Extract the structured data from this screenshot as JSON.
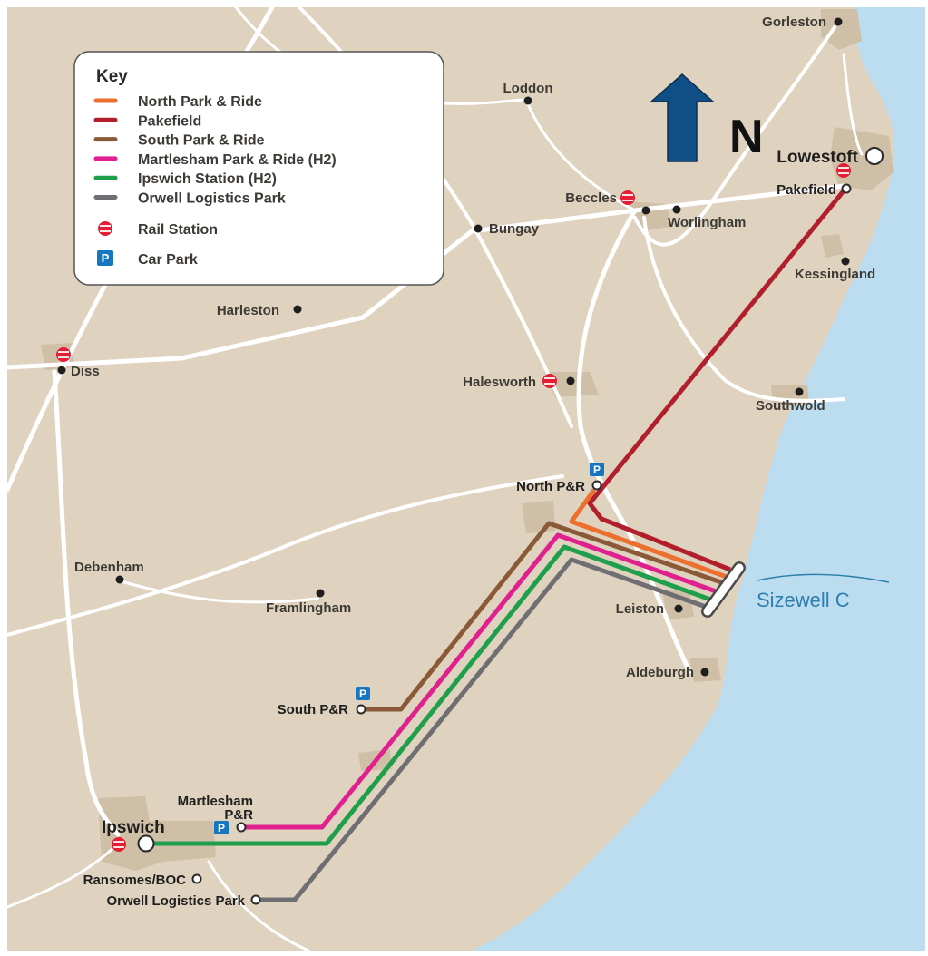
{
  "colors": {
    "land": "#dfd2bf",
    "sea": "#bcdcf0",
    "road": "#ffffff",
    "town_area": "#cfbfa6",
    "route_north": "#ec6f2d",
    "route_pakefield": "#b21f2c",
    "route_south": "#8a5a38",
    "route_martlesham": "#e0208f",
    "route_ipswich": "#1f9e4b",
    "route_orwell": "#6f6f73",
    "north_arrow": "#0f4f86",
    "rail": "#e31e35",
    "car_park": "#1677c0"
  },
  "key": {
    "title": "Key",
    "routes": [
      {
        "label": "North Park & Ride",
        "color": "#ec6f2d"
      },
      {
        "label": "Pakefield",
        "color": "#b21f2c"
      },
      {
        "label": "South Park & Ride",
        "color": "#8a5a38"
      },
      {
        "label": "Martlesham Park & Ride (H2)",
        "color": "#e0208f"
      },
      {
        "label": "Ipswich Station (H2)",
        "color": "#1f9e4b"
      },
      {
        "label": "Orwell Logistics Park",
        "color": "#6f6f73"
      }
    ],
    "rail_label": "Rail Station",
    "car_park_label": "Car Park",
    "car_park_symbol": "P"
  },
  "north_label": "N",
  "brand": "Sizewell C",
  "towns": {
    "gorleston": "Gorleston",
    "loddon": "Loddon",
    "lowestoft": "Lowestoft",
    "pakefield": "Pakefield",
    "beccles": "Beccles",
    "worlingham": "Worlingham",
    "bungay": "Bungay",
    "kessingland": "Kessingland",
    "harleston": "Harleston",
    "diss": "Diss",
    "halesworth": "Halesworth",
    "southwold": "Southwold",
    "north_pr": "North P&R",
    "debenham": "Debenham",
    "framlingham": "Framlingham",
    "leiston": "Leiston",
    "aldeburgh": "Aldeburgh",
    "south_pr": "South P&R",
    "martlesham_line1": "Martlesham",
    "martlesham_line2": "P&R",
    "ipswich": "Ipswich",
    "ransomes": "Ransomes/BOC",
    "orwell": "Orwell Logistics Park"
  }
}
